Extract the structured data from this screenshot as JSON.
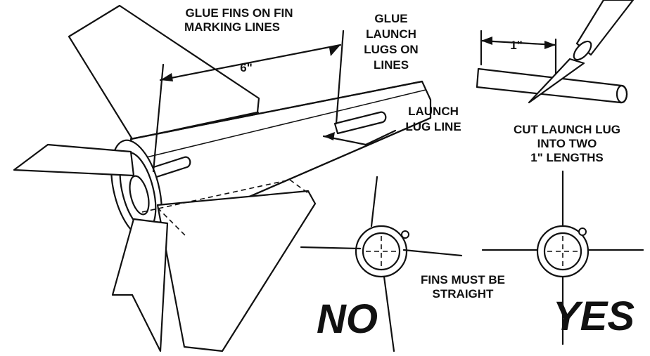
{
  "labels": {
    "glue_fins_1": "GLUE FINS ON FIN",
    "glue_fins_2": "MARKING LINES",
    "distance": "6\"",
    "glue_lugs_1": "GLUE",
    "glue_lugs_2": "LAUNCH",
    "glue_lugs_3": "LUGS ON",
    "glue_lugs_4": "LINES",
    "lug_line_1": "LAUNCH",
    "lug_line_2": "LUG LINE",
    "cut_length": "1\"",
    "cut_1": "CUT LAUNCH LUG",
    "cut_2": "INTO TWO",
    "cut_3": "1\" LENGTHS",
    "fins_1": "FINS MUST BE",
    "fins_2": "STRAIGHT",
    "no": "NO",
    "yes": "YES"
  },
  "icons": {
    "knife": "hobby-knife-icon",
    "tube": "launch-lug-tube-icon",
    "rocket": "rocket-body-icon"
  }
}
